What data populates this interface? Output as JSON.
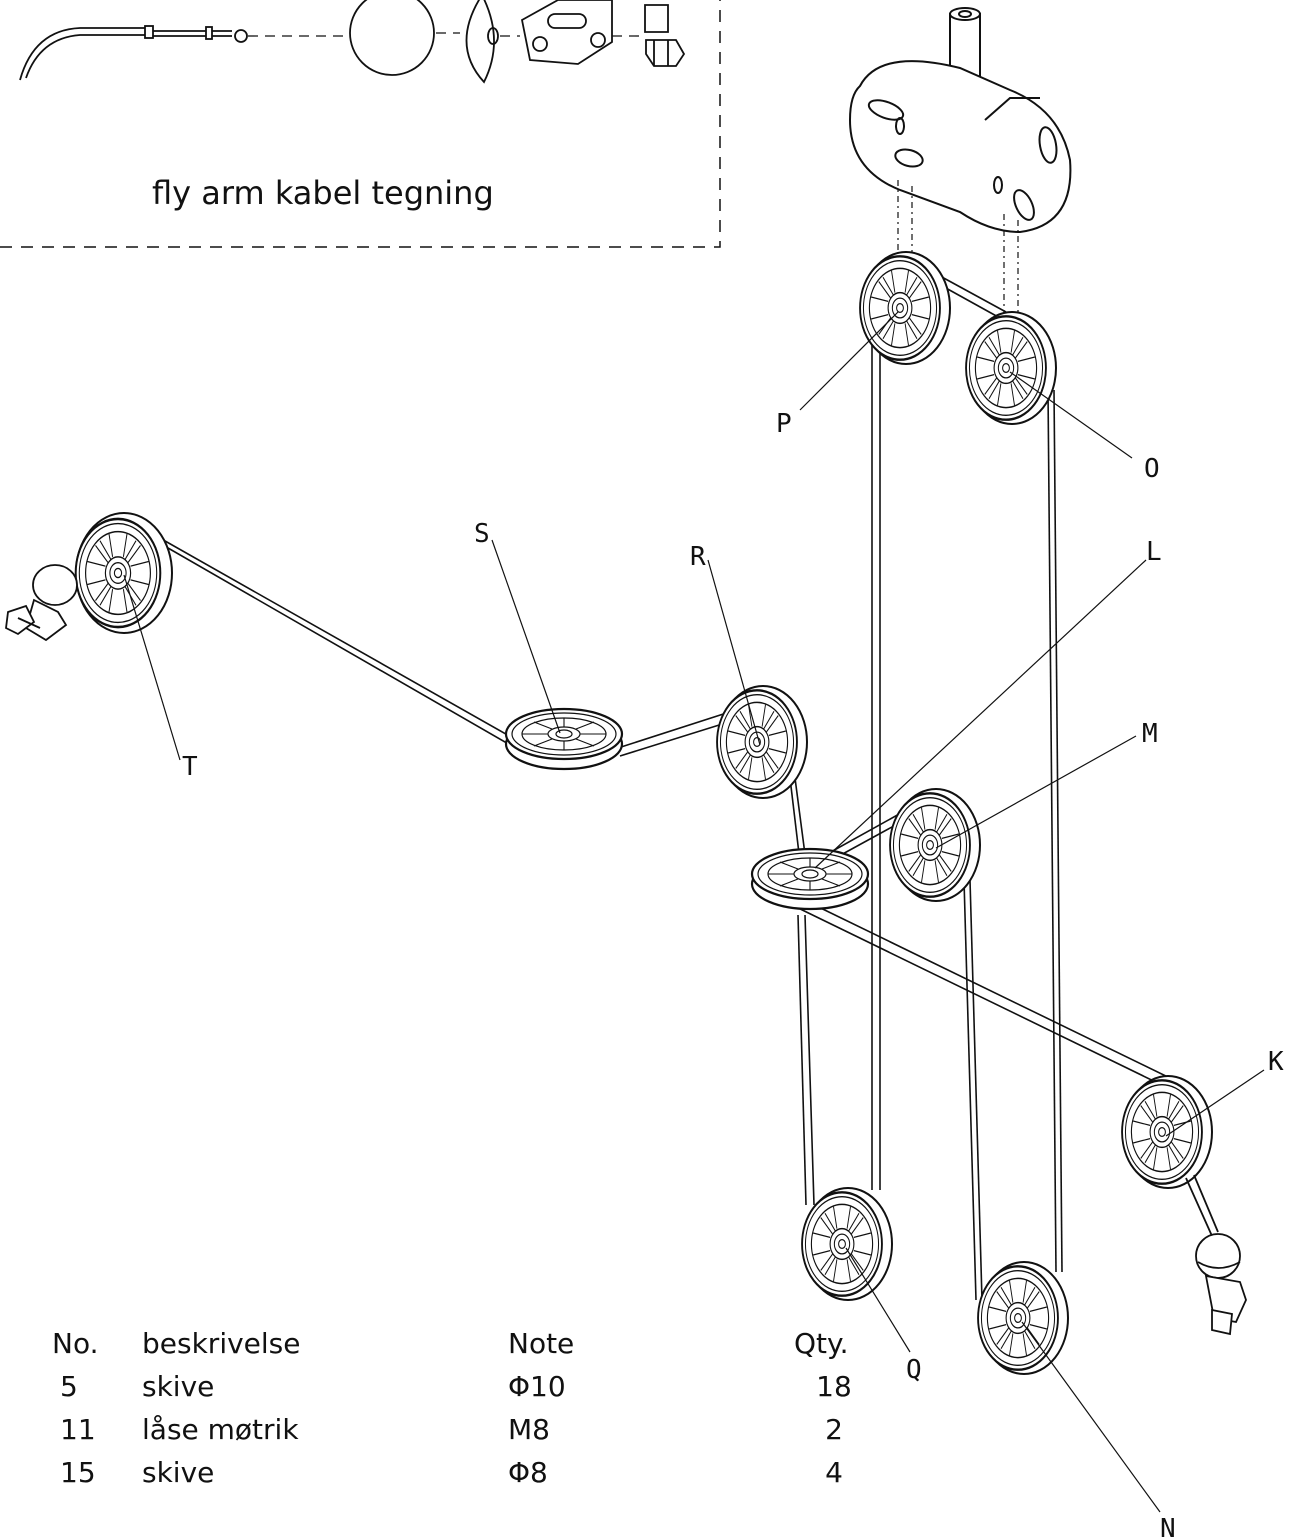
{
  "inset": {
    "caption": "fly arm kabel tegning"
  },
  "callouts": {
    "K": "K",
    "L": "L",
    "M": "M",
    "N": "N",
    "O": "O",
    "P": "P",
    "Q": "Q",
    "R": "R",
    "S": "S",
    "T": "T"
  },
  "parts_table": {
    "headers": {
      "no": "No.",
      "description": "beskrivelse",
      "note": "Note",
      "qty": "Qty."
    },
    "rows": [
      {
        "no": "5",
        "description": "skive",
        "note": "Φ10",
        "qty": "18"
      },
      {
        "no": "11",
        "description": "låse møtrik",
        "note": "M8",
        "qty": "2"
      },
      {
        "no": "15",
        "description": "skive",
        "note": "Φ8",
        "qty": "4"
      }
    ]
  }
}
